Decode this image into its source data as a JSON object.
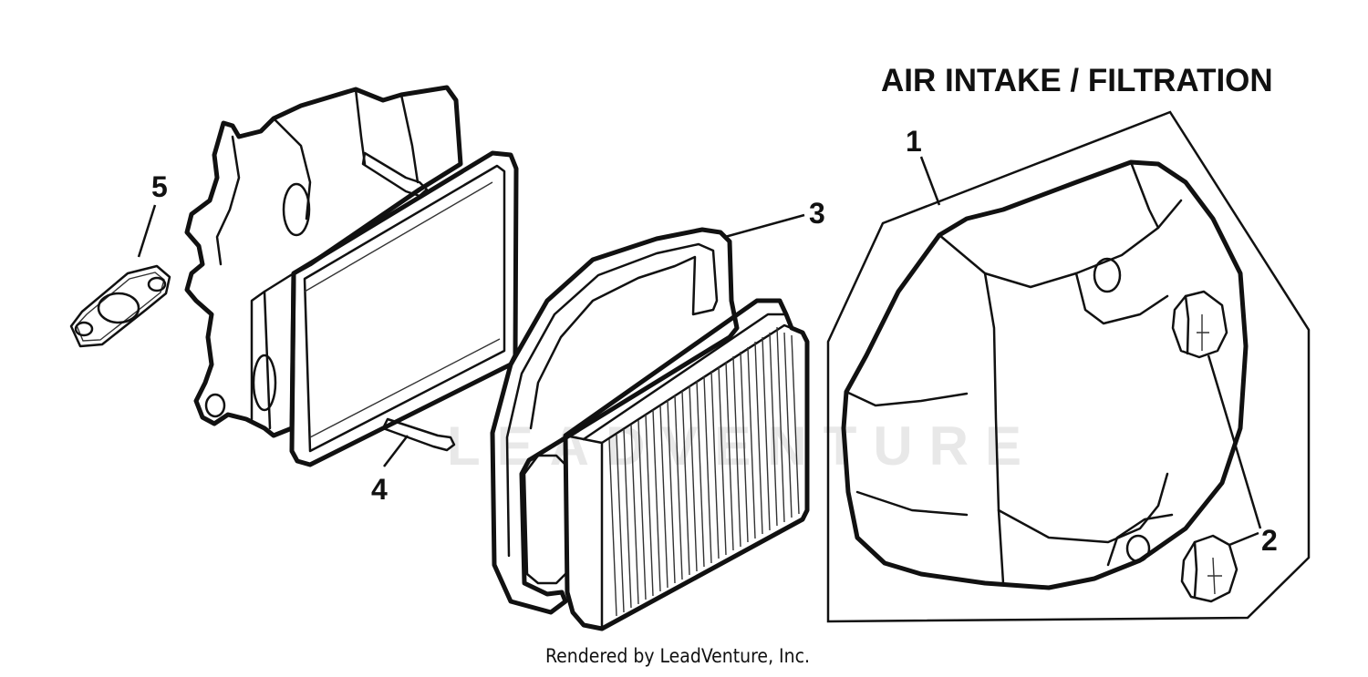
{
  "title": "AIR INTAKE / FILTRATION",
  "footer": "Rendered by LeadVenture, Inc.",
  "watermark": "LEADVENTURE",
  "callouts": [
    "1",
    "2",
    "3",
    "4",
    "5"
  ],
  "colors": {
    "line": "#111111",
    "background": "#ffffff",
    "watermark": "#e8e8e8"
  }
}
